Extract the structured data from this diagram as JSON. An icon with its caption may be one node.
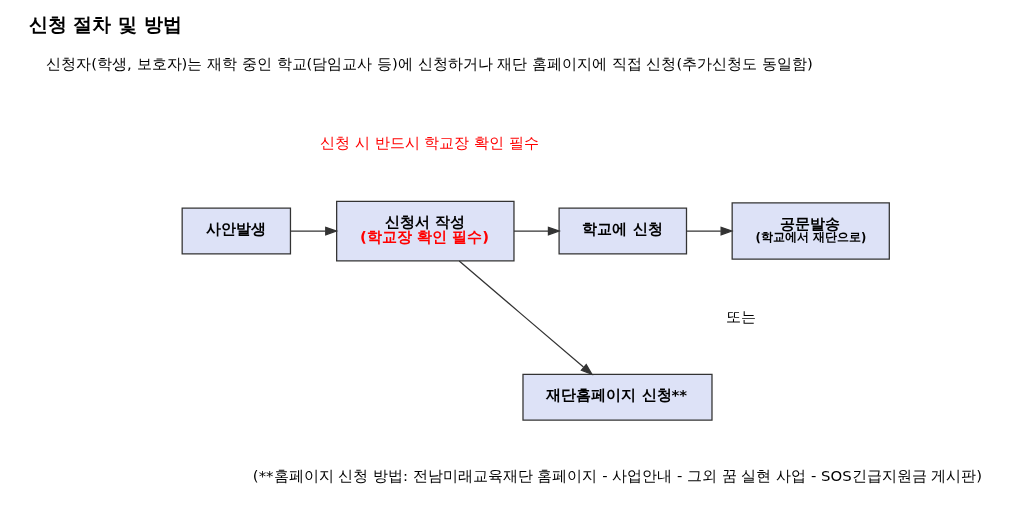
{
  "diagram": {
    "title": "신청 절차 및 방법",
    "nodes": [
      {
        "text": [
          "사안발생"
        ]
      },
      {
        "text": [
          "신청서 작성",
          "(학교장 확인 필수)"
        ]
      },
      {
        "text": [
          "학교에 신청"
        ]
      },
      {
        "text": [
          "공문발송",
          "(학교에서 재단으로)"
        ]
      },
      {
        "text": [
          "재단홈페이지 신청**"
        ]
      }
    ],
    "edges": [
      {
        "from": 0,
        "to": 1,
        "arrow": "to"
      },
      {
        "from": 1,
        "to": 2,
        "arrow": "to"
      },
      {
        "from": 2,
        "to": 3,
        "arrow": "to"
      },
      {
        "from": 1,
        "to": 4,
        "arrow": "to"
      }
    ],
    "labels": [
      "신청자(학생, 보호자)는 재학 중인 학교(담임교사 등)에 신청하거나 재단 홈페이지에 직접 신청(추가신청도 동일함)",
      "신청 시 반드시 학교장 확인 필수",
      "또는",
      "(**홈페이지 신청 방법: 전남미래교육재단 홈페이지 - 사업안내 - 그외 꿈 실현 사업 - SOS긴급지원금 게시판)"
    ]
  }
}
